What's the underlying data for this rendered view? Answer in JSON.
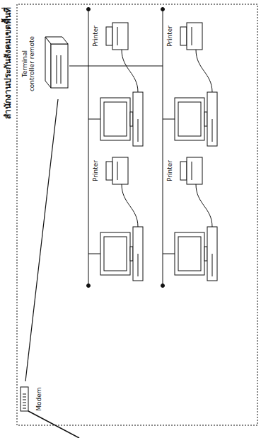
{
  "diagram": {
    "title": "สำนักงานประกันสังคมเขตพื้นที่",
    "nodes": [
      {
        "text": [
          "Terminal controller remote"
        ]
      },
      {
        "text": [
          "Modem"
        ]
      },
      {
        "text": [
          "Printer"
        ]
      },
      {
        "text": [
          "Printer"
        ]
      },
      {
        "text": [
          "Printer"
        ]
      },
      {
        "text": [
          "Printer"
        ]
      }
    ],
    "edges": [
      {
        "from": 1,
        "to": 0,
        "arrow": "none"
      }
    ]
  }
}
